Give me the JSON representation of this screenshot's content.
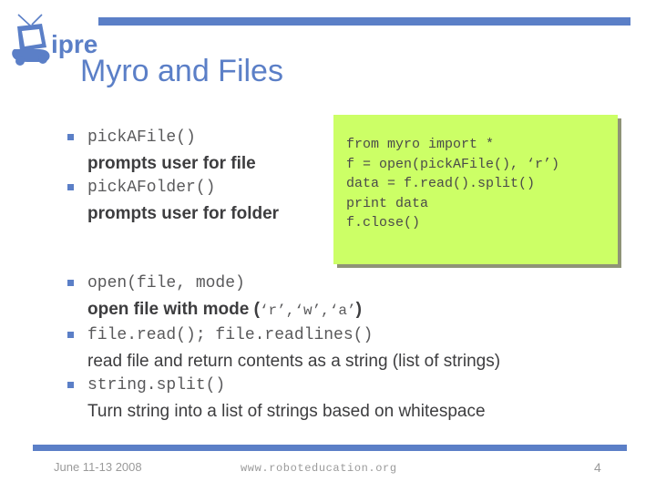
{
  "slide": {
    "title": "Myro and Files",
    "accent_color": "#5B7FC7",
    "code_box_color": "#CCFF66",
    "code_box_shadow_color": "#8F9377"
  },
  "logo": {
    "name": "ipre-robot-logo",
    "wordmark": "ipre"
  },
  "bullets_top": [
    {
      "code": "pickAFile()",
      "desc": "prompts user for file"
    },
    {
      "code": "pickAFolder()",
      "desc": "prompts user for folder"
    }
  ],
  "code_box": {
    "lines": [
      "from myro import *",
      "f = open(pickAFile(), ‘r’)",
      "data = f.read().split()",
      "print data",
      "f.close()"
    ]
  },
  "bullets_bottom": [
    {
      "code": "open(file, mode)",
      "desc_prefix": "open file with mode (",
      "desc_mono": "‘r’,‘w’,‘a’",
      "desc_suffix": ")"
    },
    {
      "code": "file.read(); file.readlines()",
      "desc": "read file and return contents as a string (list of strings)"
    },
    {
      "code": "string.split()",
      "desc": "Turn string into a list of strings based on whitespace"
    }
  ],
  "footer": {
    "date": "June 11-13 2008",
    "url": "www.roboteducation.org",
    "page_number": "4"
  }
}
